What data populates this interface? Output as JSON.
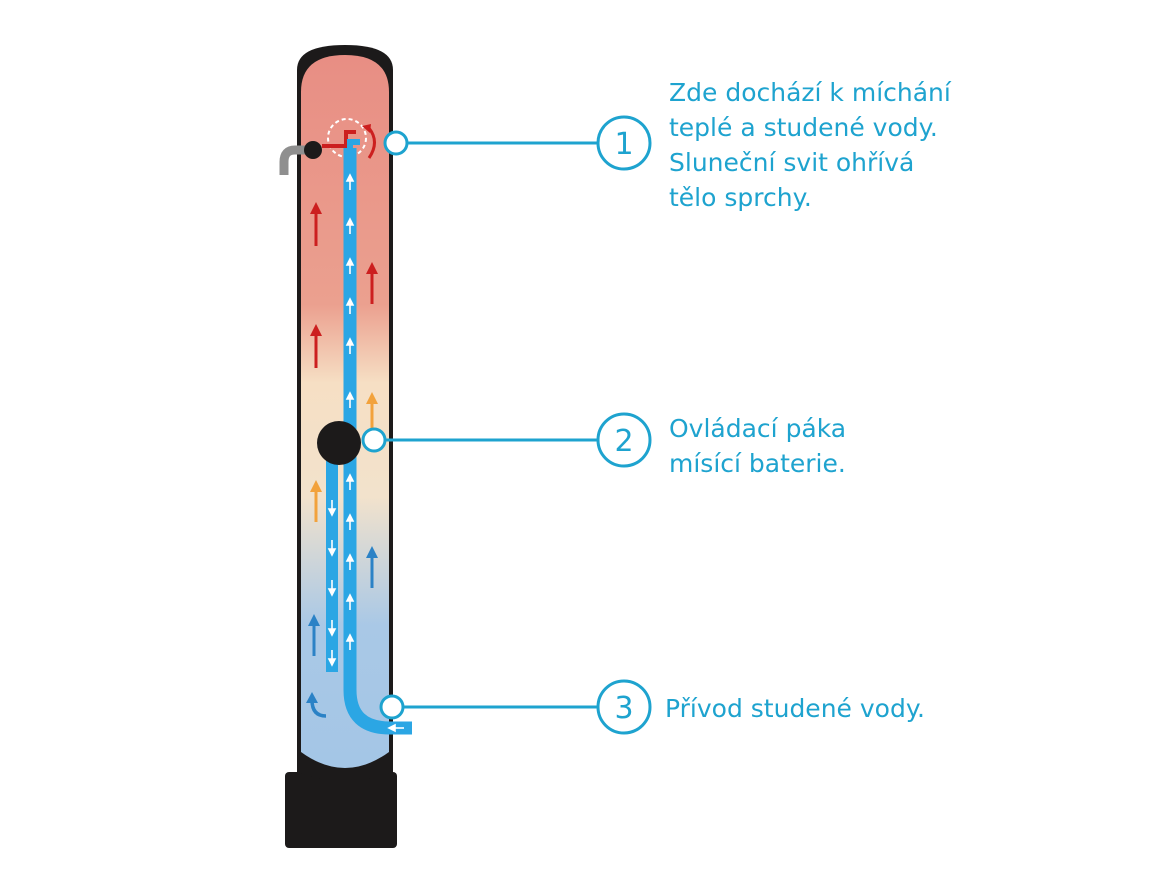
{
  "colors": {
    "accent": "#1ea3cf",
    "casing": "#1c1a1a",
    "warm": "#e88e84",
    "neutral": "#f6dfc4",
    "cool": "#a4c6e6",
    "hot_arrow": "#cc1f1f",
    "warm_arrow": "#f2a23c",
    "cold_arrow": "#2b82c6",
    "pipe": "#2ba6e4",
    "hose": "#8f8f8f"
  },
  "callouts": [
    {
      "number": "1",
      "lines": [
        "Zde dochází k míchání",
        "teplé a studené vody.",
        "Sluneční svit ohřívá",
        "tělo sprchy."
      ]
    },
    {
      "number": "2",
      "lines": [
        "Ovládací páka",
        "mísící baterie."
      ]
    },
    {
      "number": "3",
      "lines": [
        "Přívod studené vody."
      ]
    }
  ]
}
